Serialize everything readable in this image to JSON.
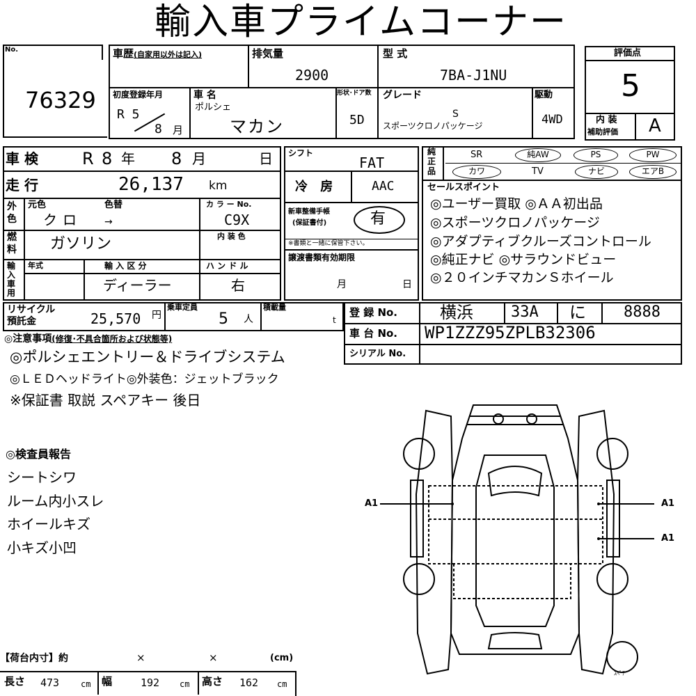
{
  "title": "輸入車プライムコーナー",
  "no": {
    "label": "No.",
    "value": "76329"
  },
  "history": {
    "label": "車歴",
    "sub": "(自家用以外は記入)"
  },
  "displacement": {
    "label": "排気量",
    "value": "2900"
  },
  "model_code": {
    "label": "型 式",
    "value": "7BA-J1NU"
  },
  "score": {
    "label": "評価点",
    "value": "5"
  },
  "interior": {
    "label1": "内 装",
    "label2": "補助評価",
    "value": "A"
  },
  "first_reg": {
    "label": "初度登録年月",
    "era_year": "R 5",
    "month": "8",
    "month_unit": "月"
  },
  "car_name": {
    "label": "車 名",
    "maker": "ポルシェ",
    "name": "マカン"
  },
  "doors": {
    "label": "形状･ドア数",
    "value": "5D"
  },
  "grade": {
    "label": "グレード",
    "line1": "S",
    "line2": "スポーツクロノパッケージ"
  },
  "drive": {
    "label": "駆動",
    "value": "4WD"
  },
  "inspection": {
    "label": "車 検",
    "era": "R",
    "year": "8",
    "year_unit": "年",
    "month": "8",
    "month_unit": "月",
    "day_unit": "日"
  },
  "shift": {
    "label": "シフト",
    "value": "FAT"
  },
  "mileage": {
    "label": "走 行",
    "value": "26,137",
    "unit": "km"
  },
  "aircon": {
    "label": "冷 房",
    "value": "AAC"
  },
  "color": {
    "label1": "外",
    "label2": "色",
    "orig_label": "元色",
    "change_label": "色替",
    "orig": "クロ",
    "change": "→",
    "code_label": "カ ラ ー No.",
    "code": "C9X"
  },
  "fuel": {
    "label1": "燃",
    "label2": "料",
    "value": "ガソリン",
    "interior_label": "内 装 色"
  },
  "manual": {
    "label1": "新車整備手帳",
    "label2": "(保証書付)",
    "value": "有",
    "note": "※書類と一緒に保管下さい。"
  },
  "equipment": {
    "label": [
      "純",
      "正",
      "品"
    ],
    "row1": [
      "SR",
      "純AW",
      "PS",
      "PW"
    ],
    "row2": [
      "カワ",
      "TV",
      "ナビ",
      "エアB"
    ]
  },
  "sales_points": {
    "label": "セールスポイント",
    "lines": [
      "◎ユーザー買取 ◎ＡＡ初出品",
      "◎スポーツクロノパッケージ",
      "◎アダプティブクルーズコントロール",
      "◎純正ナビ ◎サラウンドビュー",
      "◎２０インチマカンＳホイール"
    ]
  },
  "import": {
    "label": [
      "輸",
      "入",
      "車",
      "用"
    ],
    "year_label": "年式",
    "type_label": "輸 入 区 分",
    "type": "ディーラー",
    "handle_label": "ハ ン ド ル",
    "handle": "右"
  },
  "transfer": {
    "label": "譲渡書類有効期限",
    "month_unit": "月",
    "day_unit": "日"
  },
  "recycle": {
    "label1": "リサイクル",
    "label2": "預託金",
    "value": "25,570",
    "unit": "円"
  },
  "capacity": {
    "label": "乗車定員",
    "value": "5",
    "unit": "人"
  },
  "load": {
    "label": "積載量",
    "unit": "t"
  },
  "registration": {
    "label": "登 録 No.",
    "area": "横浜",
    "class": "33A",
    "kana": "に",
    "number": "8888"
  },
  "chassis": {
    "label": "車 台 No.",
    "value": "WP1ZZZ95ZPLB32306"
  },
  "serial": {
    "label": "シリアル No."
  },
  "notes": {
    "label": "◎注意事項",
    "sub": "(修復･不具合箇所および状態等)",
    "lines": [
      "◎ポルシェエントリー＆ドライブシステム",
      "◎ＬＥＤヘッドライト◎外装色：ジェットブラック",
      "※保証書 取説 スペアキー 後日"
    ]
  },
  "inspector": {
    "label": "◎検査員報告",
    "lines": [
      "シートシワ",
      "ルーム内小スレ",
      "ホイールキズ",
      "小キズ小凹"
    ]
  },
  "diagram": {
    "marks": [
      "A1",
      "A1",
      "A1"
    ],
    "spare_label": "ｽﾍﾟｱ"
  },
  "cargo": {
    "label": "【荷台内寸】約",
    "x1": "×",
    "x2": "×",
    "unit_label": "(cm)",
    "length_label": "長さ",
    "length": "473",
    "width_label": "幅",
    "width": "192",
    "height_label": "高さ",
    "height": "162",
    "unit": "cm"
  }
}
